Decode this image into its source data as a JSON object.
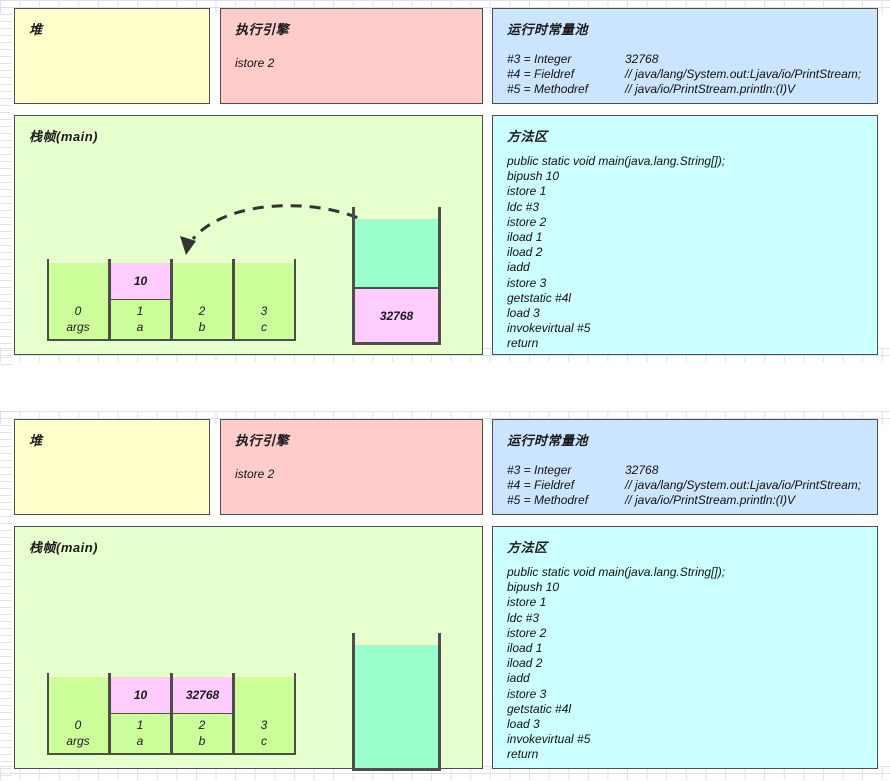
{
  "diagrams": [
    {
      "heap": {
        "title": "堆"
      },
      "engine": {
        "title": "执行引擎",
        "instruction": "istore 2"
      },
      "rcp": {
        "title": "运行时常量池",
        "entries": [
          {
            "key": "#3 = Integer",
            "value": "32768"
          },
          {
            "key": "#4 = Fieldref",
            "value": "// java/lang/System.out:Ljava/io/PrintStream;"
          },
          {
            "key": "#5 = Methodref",
            "value": "// java/io/PrintStream.println:(I)V"
          }
        ]
      },
      "frame": {
        "title": "栈帧(main)"
      },
      "method_area": {
        "title": "方法区",
        "code": [
          "public static void main(java.lang.String[]);",
          "bipush 10",
          "istore 1",
          "ldc #3",
          "istore 2",
          "iload 1",
          "iload 2",
          "iadd",
          "istore 3",
          "getstatic #4l",
          "load 3",
          "invokevirtual #5",
          "return"
        ]
      },
      "local_variable_table": [
        {
          "index": "0",
          "name": "args",
          "value": ""
        },
        {
          "index": "1",
          "name": "a",
          "value": "10"
        },
        {
          "index": "2",
          "name": "b",
          "value": ""
        },
        {
          "index": "3",
          "name": "c",
          "value": ""
        }
      ],
      "operand_stack": {
        "pushed_value": "32768",
        "has_value": true
      },
      "arrow": {
        "present": true,
        "from": "operand-stack",
        "to": "slot-2"
      }
    },
    {
      "heap": {
        "title": "堆"
      },
      "engine": {
        "title": "执行引擎",
        "instruction": "istore 2"
      },
      "rcp": {
        "title": "运行时常量池",
        "entries": [
          {
            "key": "#3 = Integer",
            "value": "32768"
          },
          {
            "key": "#4 = Fieldref",
            "value": "// java/lang/System.out:Ljava/io/PrintStream;"
          },
          {
            "key": "#5 = Methodref",
            "value": "// java/io/PrintStream.println:(I)V"
          }
        ]
      },
      "frame": {
        "title": "栈帧(main)"
      },
      "method_area": {
        "title": "方法区",
        "code": [
          "public static void main(java.lang.String[]);",
          "bipush 10",
          "istore 1",
          "ldc #3",
          "istore 2",
          "iload 1",
          "iload 2",
          "iadd",
          "istore 3",
          "getstatic #4l",
          "load 3",
          "invokevirtual #5",
          "return"
        ]
      },
      "local_variable_table": [
        {
          "index": "0",
          "name": "args",
          "value": ""
        },
        {
          "index": "1",
          "name": "a",
          "value": "10"
        },
        {
          "index": "2",
          "name": "b",
          "value": "32768"
        },
        {
          "index": "3",
          "name": "c",
          "value": ""
        }
      ],
      "operand_stack": {
        "pushed_value": "",
        "has_value": false
      },
      "arrow": {
        "present": false
      }
    }
  ],
  "colors": {
    "heap": "#ffffcc",
    "engine": "#ffcccc",
    "runtime_constant_pool": "#cce5ff",
    "method_area": "#ccffff",
    "stack_frame": "#e6ffcc",
    "slot_fill": "#ccff99",
    "value_fill": "#ffccff",
    "operand_mint": "#99ffcc",
    "stroke": "#4d4d4d"
  }
}
